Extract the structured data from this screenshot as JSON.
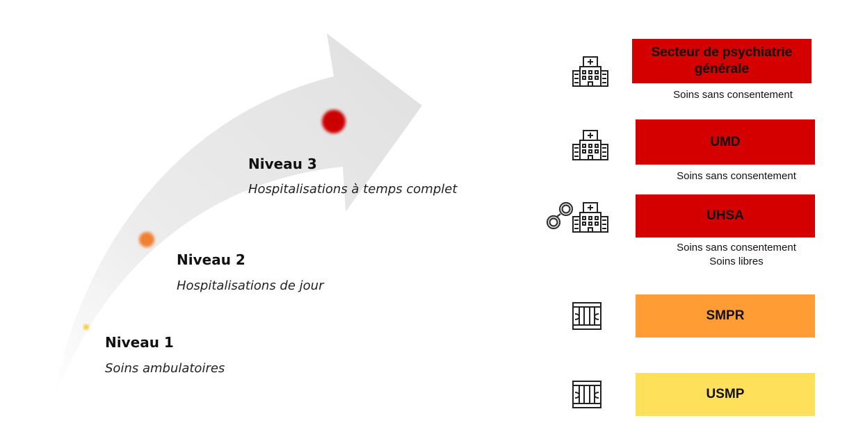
{
  "levels": [
    {
      "title": "Niveau 3",
      "subtitle": "Hospitalisations à temps complet"
    },
    {
      "title": "Niveau 2",
      "subtitle": "Hospitalisations de jour"
    },
    {
      "title": "Niveau 1",
      "subtitle": "Soins ambulatoires"
    }
  ],
  "units": [
    {
      "label": "Secteur de psychiatrie générale",
      "note": "Soins sans consentement",
      "color": "#d40000",
      "icon": "hospital-icon"
    },
    {
      "label": "UMD",
      "note": "Soins sans consentement",
      "color": "#d40000",
      "icon": "hospital-icon"
    },
    {
      "label": "UHSA",
      "note": "Soins sans consentement",
      "note2": "Soins libres",
      "color": "#d40000",
      "icon": "handcuffs-hospital-icon"
    },
    {
      "label": "SMPR",
      "color": "#ff9c33",
      "icon": "prison-icon"
    },
    {
      "label": "USMP",
      "color": "#ffe05a",
      "icon": "prison-icon"
    }
  ],
  "colors": {
    "level3_dot": "#cc0000",
    "level2_dot": "#f08030",
    "level1_dot": "#f5c518",
    "arrow": "#e6e6e6"
  }
}
